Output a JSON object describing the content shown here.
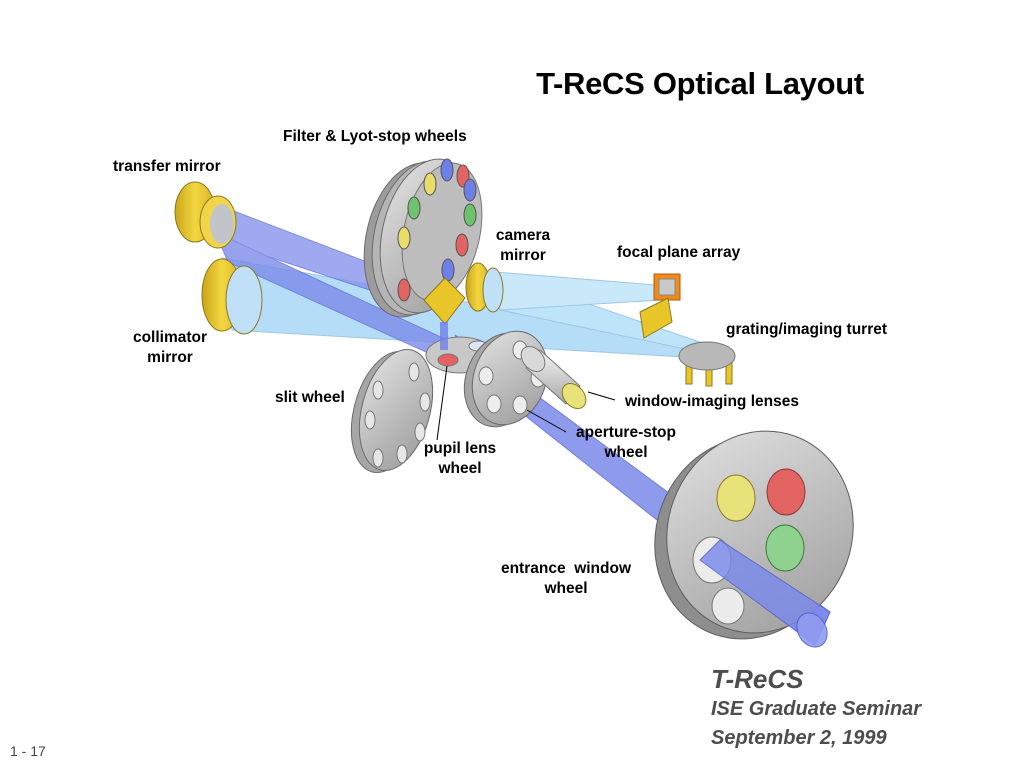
{
  "slide": {
    "title": "T-ReCS Optical Layout",
    "page_number": "1 - 17"
  },
  "labels": {
    "filter_lyot": "Filter & Lyot-stop wheels",
    "transfer_mirror": "transfer mirror",
    "camera_mirror_1": "camera",
    "camera_mirror_2": "mirror",
    "focal_plane_array": "focal plane array",
    "grating_turret": "grating/imaging turret",
    "collimator_1": "collimator",
    "collimator_2": "mirror",
    "slit_wheel": "slit wheel",
    "window_imaging_lenses": "window-imaging lenses",
    "aperture_stop_1": "aperture-stop",
    "aperture_stop_2": "wheel",
    "pupil_lens_1": "pupil lens",
    "pupil_lens_2": "wheel",
    "entrance_window_1": "entrance  window",
    "entrance_window_2": "wheel"
  },
  "footer": {
    "line1": "T-ReCS",
    "line2": "ISE Graduate Seminar",
    "line3": "September 2, 1999"
  },
  "colors": {
    "beam_blue": "#6f7fe8",
    "beam_light": "#9ed2f5",
    "mirror_yellow": "#e8c62a",
    "wheel_gray": "#b9b9b9",
    "fpa_orange": "#f08a1a"
  }
}
